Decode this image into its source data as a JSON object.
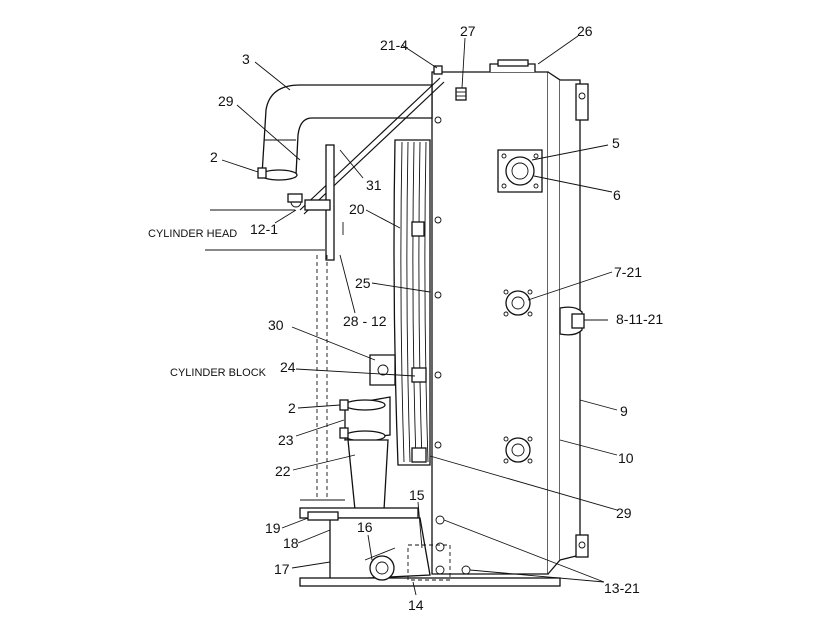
{
  "section_labels": {
    "cylinder_head": "CYLINDER HEAD",
    "cylinder_block": "CYLINDER BLOCK"
  },
  "callouts": {
    "c21_4": "21-4",
    "c27": "27",
    "c26": "26",
    "c3": "3",
    "c29_top": "29",
    "c2_top": "2",
    "c5": "5",
    "c6": "6",
    "c31": "31",
    "c20": "20",
    "c12_1": "12-1",
    "c7_21": "7-21",
    "c25": "25",
    "c28_12": "28 - 12",
    "c8_11_21": "8-11-21",
    "c30": "30",
    "c24": "24",
    "c2_mid": "2",
    "c9": "9",
    "c23": "23",
    "c10": "10",
    "c22": "22",
    "c29_bot": "29",
    "c15": "15",
    "c19": "19",
    "c16": "16",
    "c18": "18",
    "c17": "17",
    "c13_21": "13-21",
    "c14": "14"
  }
}
